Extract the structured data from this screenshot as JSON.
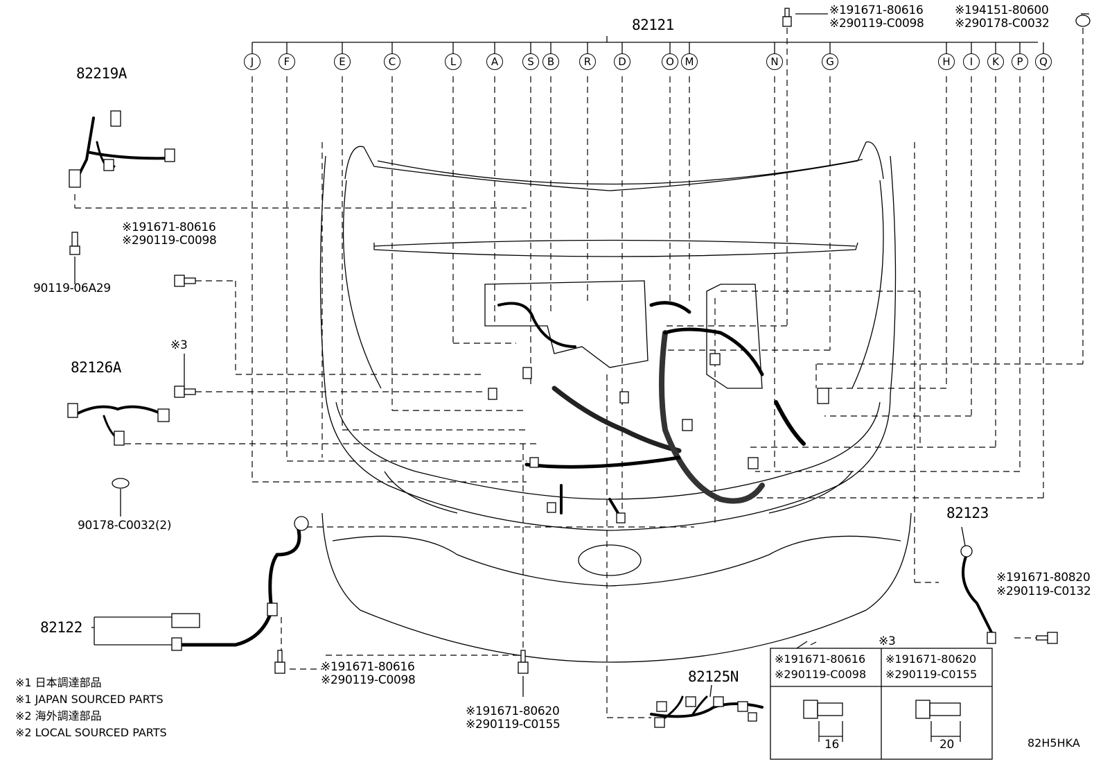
{
  "header": {
    "main_part": "82121",
    "top_bolt": {
      "l1": "※191671-80616",
      "l2": "※290119-C0098"
    },
    "top_nut": {
      "l1": "※194151-80600",
      "l2": "※290178-C0032"
    }
  },
  "callouts": [
    "J",
    "F",
    "E",
    "C",
    "L",
    "A",
    "S",
    "B",
    "R",
    "D",
    "O",
    "M",
    "N",
    "G",
    "H",
    "I",
    "K",
    "P",
    "Q"
  ],
  "parts": {
    "p82219A": "82219A",
    "p900": "90119-06A29",
    "bolt_left": {
      "l1": "※191671-80616",
      "l2": "※290119-C0098"
    },
    "star3_small": "※3",
    "p82126A": "82126A",
    "p90178": "90178-C0032(2)",
    "p82122": "82122",
    "bolt_lower_left": {
      "l1": "※191671-80616",
      "l2": "※290119-C0098"
    },
    "bolt_center": {
      "l1": "※191671-80620",
      "l2": "※290119-C0155"
    },
    "p82125N": "82125N",
    "p82123": "82123",
    "bolt_right": {
      "l1": "※191671-80820",
      "l2": "※290119-C0132"
    }
  },
  "notes": [
    "※1 日本調達部品",
    "※1 JAPAN SOURCED PARTS",
    "※2 海外調達部品",
    "※2 LOCAL SOURCED PARTS"
  ],
  "table": {
    "title": "※3",
    "col1": {
      "l1": "※191671-80616",
      "l2": "※290119-C0098",
      "dim": "16"
    },
    "col2": {
      "l1": "※191671-80620",
      "l2": "※290119-C0155",
      "dim": "20"
    }
  },
  "diagram_code": "82H5HKA"
}
